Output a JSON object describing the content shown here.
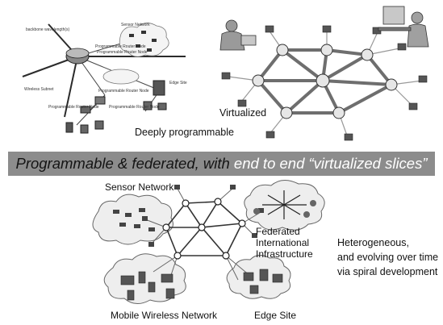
{
  "top_left": {
    "caption": "Deeply programmable",
    "small_labels": {
      "backbone": "backbone wavelength(s)",
      "sensor_network": "Sensor Network",
      "programmable_router_a": "Programmable Router Node",
      "programmable_router_b": "Programmable Router Node",
      "edge_site": "Edge Site",
      "wireless_subnet": "Wireless Subnet",
      "programmable_router_c": "Programmable Router Node",
      "programmable_router_d": "Programmable Router Node",
      "programmable_router_e": "Programmable Router Node"
    }
  },
  "top_right": {
    "caption": "Virtualized"
  },
  "banner": {
    "text_dark": "Programmable & federated, with ",
    "text_light": "end to end “virtualized slices”"
  },
  "bottom": {
    "sensor_network": "Sensor Network",
    "federated_line1": "Federated",
    "federated_line2": "International",
    "federated_line3": "Infrastructure",
    "mobile_wireless": "Mobile Wireless Network",
    "edge_site": "Edge Site",
    "hetero_line1": "Heterogeneous,",
    "hetero_line2": "and evolving over time",
    "hetero_line3": "via spiral development"
  },
  "colors": {
    "banner_bg": "#8c8c8c",
    "banner_highlight": "#ffffff",
    "cloud_fill": "#eeeeee",
    "line": "#555555"
  }
}
